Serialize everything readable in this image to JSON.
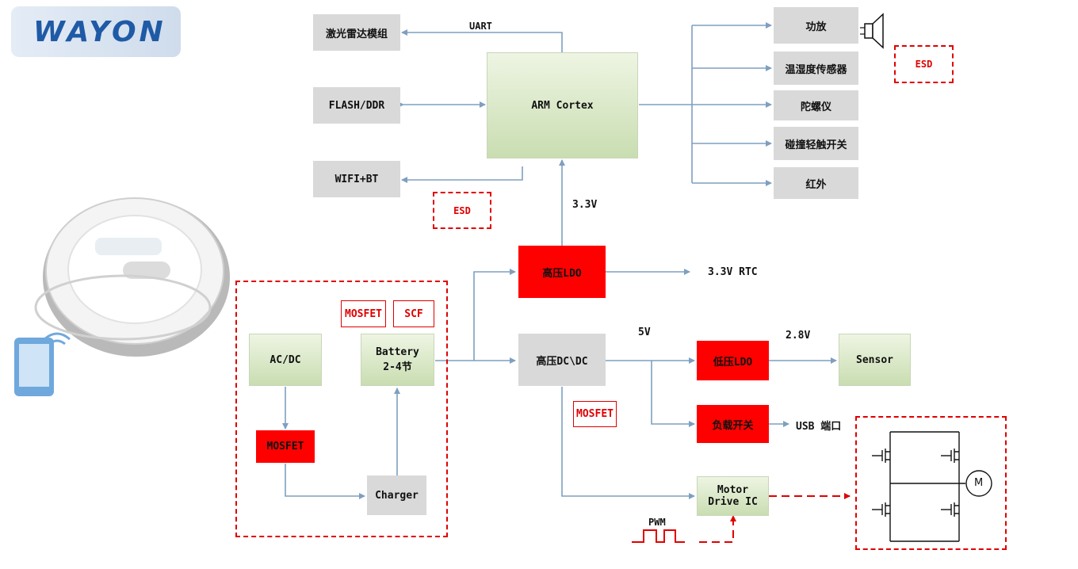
{
  "logo": {
    "text": "WAYON"
  },
  "blocks": {
    "lidar": "激光雷达模组",
    "flash": "FLASH/DDR",
    "wifi": "WIFI+BT",
    "arm": "ARM Cortex",
    "amp": "功放",
    "temp": "温湿度传感器",
    "gyro": "陀螺仪",
    "bump": "碰撞轻触开关",
    "ir": "红外",
    "hv_ldo": "高压LDO",
    "hv_dcdc": "高压DC\\DC",
    "lv_ldo": "低压LDO",
    "sensor": "Sensor",
    "load_switch": "负载开关",
    "motor_line1": "Motor",
    "motor_line2": "Drive IC",
    "acdc": "AC/DC",
    "battery_line1": "Battery",
    "battery_line2": "2-4节",
    "charger": "Charger",
    "mosfet_charge": "MOSFET"
  },
  "labels": {
    "uart": "UART",
    "v33": "3.3V",
    "v33_rtc": "3.3V RTC",
    "v5": "5V",
    "v28": "2.8V",
    "usb": "USB 端口",
    "pwm": "PWM",
    "motor_symbol": "M"
  },
  "protection": {
    "esd_left": "ESD",
    "esd_right": "ESD",
    "mosfet_battery": "MOSFET",
    "scf": "SCF",
    "mosfet_dcdc": "MOSFET"
  },
  "colors": {
    "wire": "#7f9fbf",
    "highlight_red": "#ff0000",
    "protection_red": "#e00000",
    "gray_block": "#d9d9d9",
    "green_block": "#c9ddb1"
  }
}
